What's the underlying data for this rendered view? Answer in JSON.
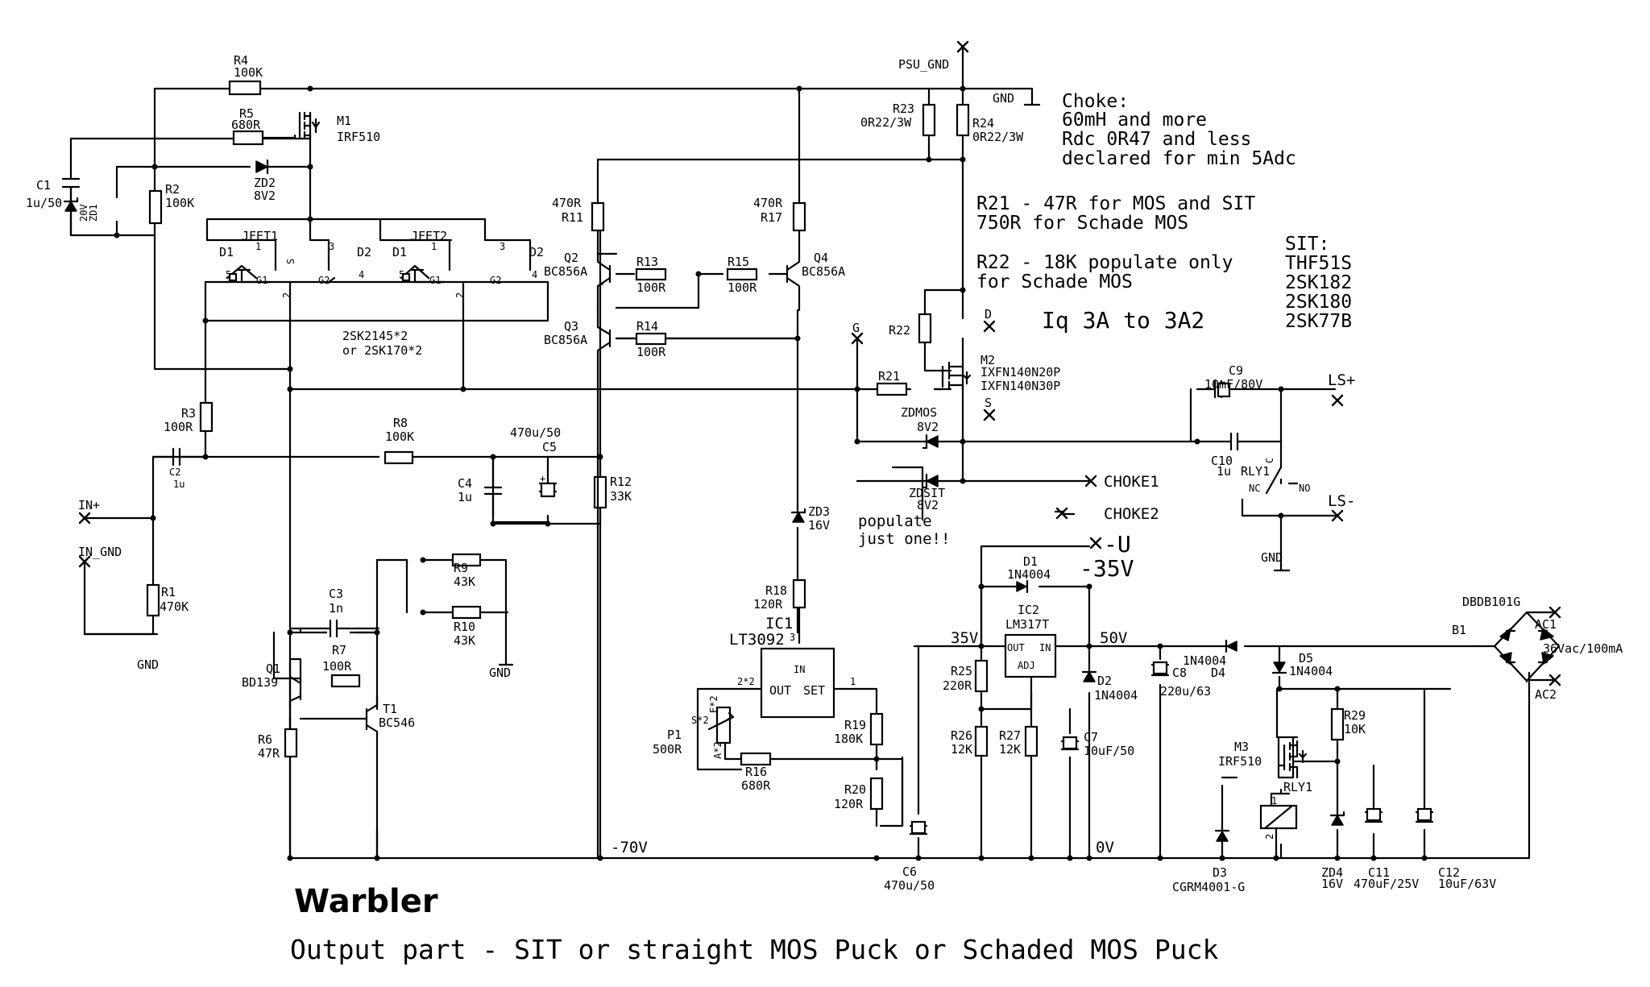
{
  "title": "Warbler",
  "subtitle": "Output part - SIT or straight MOS Puck or Schaded MOS Puck",
  "notes": {
    "choke": [
      "Choke:",
      "60mH and more",
      "Rdc 0R47 and less",
      "declared for min 5Adc"
    ],
    "r21": [
      "R21 - 47R for MOS and SIT",
      "750R for Schade MOS"
    ],
    "r22": [
      "R22 - 18K populate only",
      "for Schade MOS"
    ],
    "sit": [
      "SIT:",
      "THF51S",
      "2SK182",
      "2SK180",
      "2SK77B"
    ],
    "iq": "Iq 3A to 3A2",
    "populate": [
      "populate",
      "just one!!"
    ],
    "jfet_types": [
      "2SK2145*2",
      "or 2SK170*2"
    ]
  },
  "nets": {
    "psu_gnd": "PSU_GND",
    "gnd": "GND",
    "in_plus": "IN+",
    "in_gnd": "IN_GND",
    "minus70": "-70V",
    "zero_v": "0V",
    "v35": "35V",
    "v50": "50V",
    "g": "G",
    "d": "D",
    "s": "S",
    "ls_plus": "LS+",
    "ls_minus": "LS-",
    "choke1": "CHOKE1",
    "choke2": "CHOKE2",
    "minus_u": "-U",
    "minus35": "-35V",
    "ac1": "AC1",
    "ac2": "AC2",
    "ac_spec": "36Vac/100mA"
  },
  "parts": {
    "R1": [
      "R1",
      "470K"
    ],
    "R2": [
      "R2",
      "100K"
    ],
    "R3": [
      "R3",
      "100R"
    ],
    "R4": [
      "R4",
      "100K"
    ],
    "R5": [
      "R5",
      "680R"
    ],
    "R6": [
      "R6",
      "47R"
    ],
    "R7": [
      "R7",
      "100R"
    ],
    "R8": [
      "R8",
      "100K"
    ],
    "R9": [
      "R9",
      "43K"
    ],
    "R10": [
      "R10",
      "43K"
    ],
    "R11": [
      "R11",
      "470R"
    ],
    "R12": [
      "R12",
      "33K"
    ],
    "R13": [
      "R13",
      "100R"
    ],
    "R14": [
      "R14",
      "100R"
    ],
    "R15": [
      "R15",
      "100R"
    ],
    "R16": [
      "R16",
      "680R"
    ],
    "R17": [
      "R17",
      "470R"
    ],
    "R18": [
      "R18",
      "120R"
    ],
    "R19": [
      "R19",
      "180K"
    ],
    "R20": [
      "R20",
      "120R"
    ],
    "R21": [
      "R21"
    ],
    "R22": [
      "R22"
    ],
    "R23": [
      "R23",
      "0R22/3W"
    ],
    "R24": [
      "R24",
      "0R22/3W"
    ],
    "R25": [
      "R25",
      "220R"
    ],
    "R26": [
      "R26",
      "12K"
    ],
    "R27": [
      "R27",
      "12K"
    ],
    "R29": [
      "R29",
      "10K"
    ],
    "C1": [
      "C1",
      "1u/50"
    ],
    "C2": [
      "C2",
      "1u"
    ],
    "C3": [
      "C3",
      "1n"
    ],
    "C4": [
      "C4",
      "1u"
    ],
    "C5": [
      "C5",
      "470u/50"
    ],
    "C6": [
      "C6",
      "470u/50"
    ],
    "C7": [
      "C7",
      "10uF/50"
    ],
    "C8": [
      "C8",
      "220u/63"
    ],
    "C9": [
      "C9",
      "10mF/80V"
    ],
    "C10": [
      "C10",
      "1u"
    ],
    "C11": [
      "C11",
      "470uF/25V"
    ],
    "C12": [
      "C12",
      "10uF/63V"
    ],
    "ZD1": [
      "ZD1",
      "20V"
    ],
    "ZD2": [
      "ZD2",
      "8V2"
    ],
    "ZD3": [
      "ZD3",
      "16V"
    ],
    "ZD4": [
      "ZD4",
      "16V"
    ],
    "ZDMOS": [
      "ZDMOS",
      "8V2"
    ],
    "ZDSIT": [
      "ZDSIT",
      "8V2"
    ],
    "D1": [
      "D1",
      "1N4004"
    ],
    "D2": [
      "D2",
      "1N4004"
    ],
    "D3": [
      "D3",
      "CGRM4001-G"
    ],
    "D4": [
      "D4",
      "1N4004"
    ],
    "D5": [
      "D5",
      "1N4004"
    ],
    "Q1": [
      "Q1",
      "BD139"
    ],
    "Q2": [
      "Q2",
      "BC856A"
    ],
    "Q3": [
      "Q3",
      "BC856A"
    ],
    "Q4": [
      "Q4",
      "BC856A"
    ],
    "T1": [
      "T1",
      "BC546"
    ],
    "M1": [
      "M1",
      "IRF510"
    ],
    "M2": [
      "M2",
      "IXFN140N20P",
      "IXFN140N30P"
    ],
    "M3": [
      "M3",
      "IRF510"
    ],
    "JFET1": [
      "JFET1"
    ],
    "JFET2": [
      "JFET2"
    ],
    "IC1": [
      "IC1",
      "LT3092"
    ],
    "IC2": [
      "IC2",
      "LM317T"
    ],
    "P1": [
      "P1",
      "500R"
    ],
    "B1": [
      "B1",
      "DBDB101G"
    ],
    "RLY1": [
      "RLY1"
    ]
  },
  "pins": {
    "ic1_in": "IN",
    "ic1_out": "OUT",
    "ic1_set": "SET",
    "ic2_out": "OUT",
    "ic2_in": "IN",
    "ic2_adj": "ADJ",
    "nc": "NC",
    "no": "NO",
    "c": "C",
    "n1": "1",
    "n2": "2",
    "n3": "3",
    "n4": "4",
    "n5": "5",
    "d1": "D1",
    "d2": "D2",
    "g1": "G1",
    "g2": "G2",
    "s": "S",
    "e2": "E*2",
    "s2": "S*2",
    "a2": "A*2",
    "x2": "2*2"
  }
}
